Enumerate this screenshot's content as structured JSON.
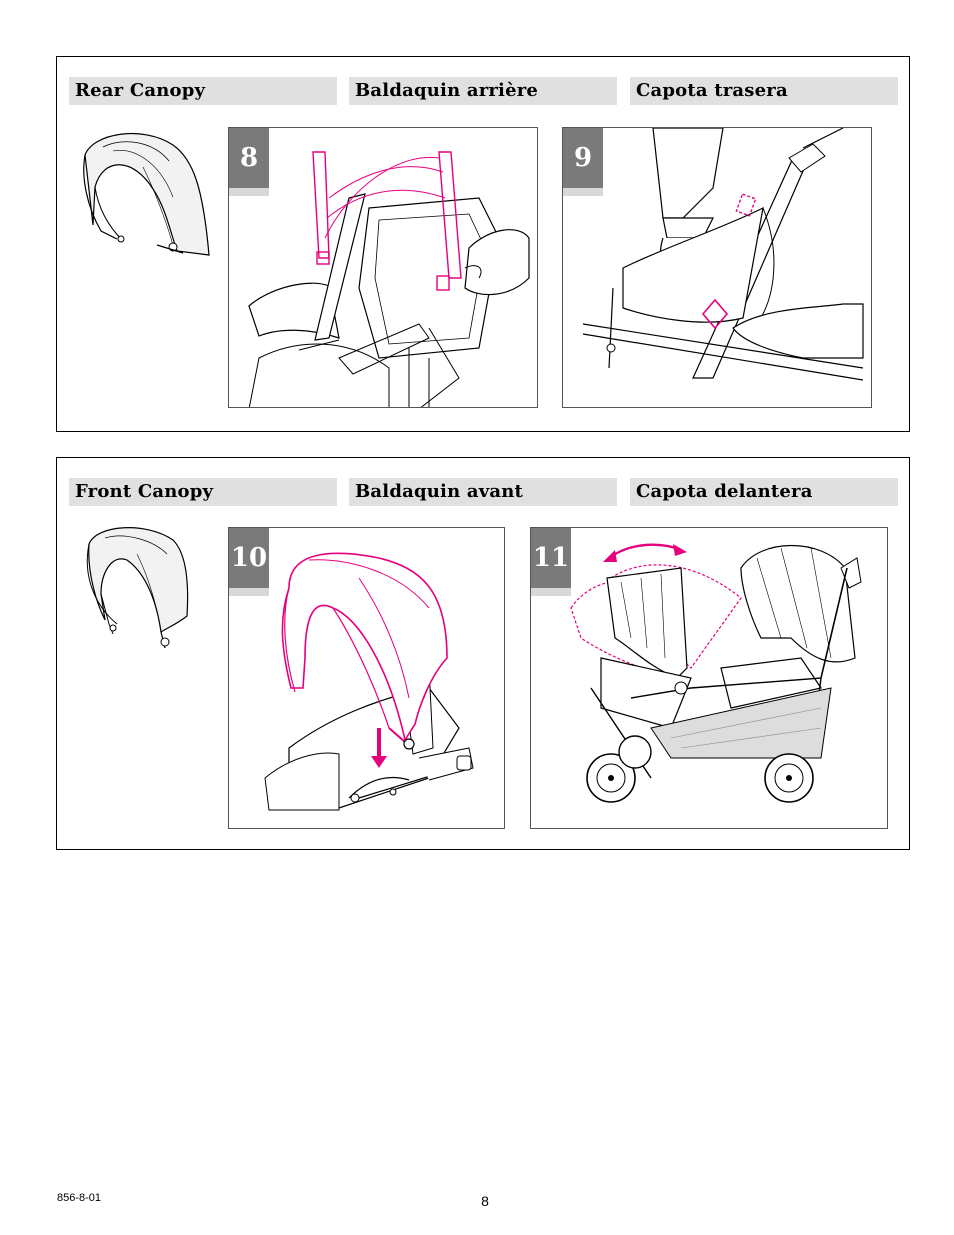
{
  "rear_section": {
    "headings": [
      "Rear Canopy",
      "Baldaquin arrière",
      "Capota trasera"
    ],
    "steps": [
      "8",
      "9"
    ]
  },
  "front_section": {
    "headings": [
      "Front Canopy",
      "Baldaquin avant",
      "Capota delantera"
    ],
    "steps": [
      "10",
      "11"
    ]
  },
  "footer": {
    "code": "856-8-01",
    "page": "8"
  },
  "colors": {
    "accent": "#e6007e",
    "badge": "#7a7a7a",
    "heading_bg": "#e0e0e0"
  }
}
